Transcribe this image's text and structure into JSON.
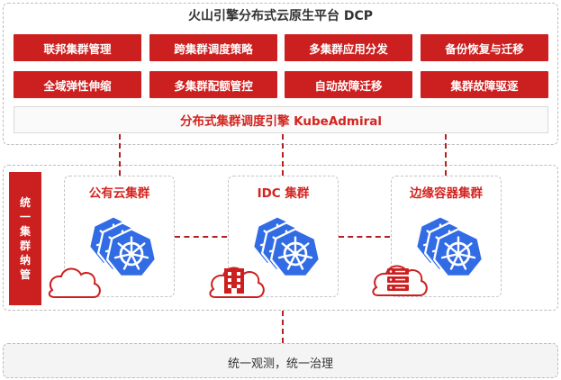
{
  "platform": {
    "title": "火山引擎分布式云原生平台 DCP"
  },
  "capabilities": [
    "联邦集群管理",
    "跨集群调度策略",
    "多集群应用分发",
    "备份恢复与迁移",
    "全域弹性伸缩",
    "多集群配额管控",
    "自动故障迁移",
    "集群故障驱逐"
  ],
  "engine": {
    "label": "分布式集群调度引擎 KubeAdmiral"
  },
  "unified_management": {
    "chars": [
      "统",
      "一",
      "集",
      "群",
      "纳",
      "管"
    ]
  },
  "clusters": [
    {
      "title": "公有云集群"
    },
    {
      "title": "IDC 集群"
    },
    {
      "title": "边缘容器集群"
    }
  ],
  "footer": {
    "label": "统一观测，统一治理"
  },
  "colors": {
    "accent_red": "#cc1f1f",
    "title_red": "#d3241f",
    "kubernetes_blue": "#326ce5"
  },
  "icons": [
    "cloud-icon",
    "building-icon",
    "server-icon",
    "kubernetes-icon"
  ]
}
